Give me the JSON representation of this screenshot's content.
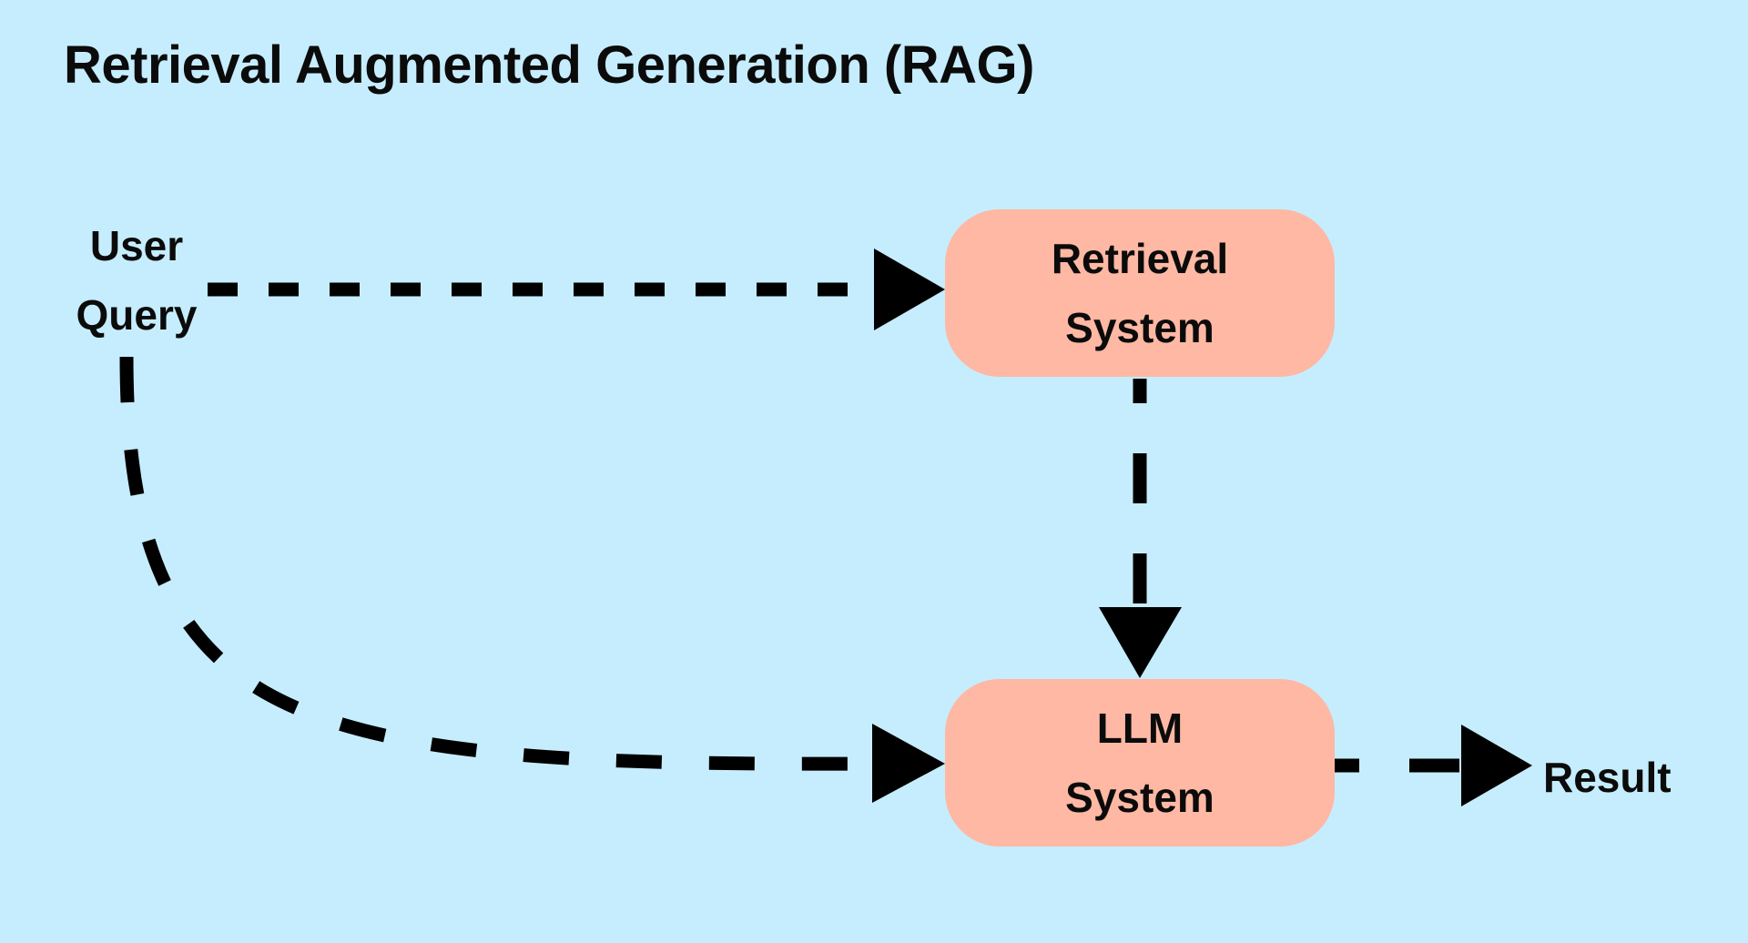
{
  "title": "Retrieval Augmented Generation (RAG)",
  "colors": {
    "background": "#c6edfd",
    "node_fill": "#feb8a3",
    "text": "#0b0b0b",
    "edge": "#000000"
  },
  "nodes": {
    "user_query": {
      "line1": "User",
      "line2": "Query"
    },
    "retrieval_system": {
      "line1": "Retrieval",
      "line2": "System"
    },
    "llm_system": {
      "line1": "LLM",
      "line2": "System"
    },
    "result": {
      "label": "Result"
    }
  },
  "edges": [
    {
      "from": "User Query",
      "to": "Retrieval System",
      "style": "dashed",
      "arrow": "triangle"
    },
    {
      "from": "Retrieval System",
      "to": "LLM System",
      "style": "dashed",
      "arrow": "triangle"
    },
    {
      "from": "User Query",
      "to": "LLM System",
      "style": "dashed-curved",
      "arrow": "triangle"
    },
    {
      "from": "LLM System",
      "to": "Result",
      "style": "dashed",
      "arrow": "triangle"
    }
  ]
}
